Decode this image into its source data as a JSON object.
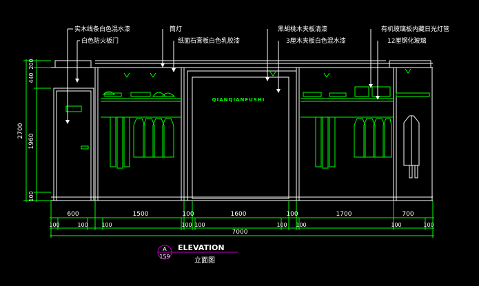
{
  "colors": {
    "background": "#000000",
    "line": "#ffffff",
    "detail": "#00ff00",
    "dimension": "#00ff00",
    "label": "#ffffff",
    "title_bubble": "#c000c0"
  },
  "annotations_left": [
    "实木线条白色混水漆",
    "白色防火板门",
    "筒灯",
    "纸面石膏板白色乳胶漆"
  ],
  "annotations_right": [
    "黑胡桃木夹板清漆",
    "3厘木夹板白色混水漆",
    "有机玻璃板内藏日光灯管",
    "12厘钢化玻璃"
  ],
  "sign_text": "QIANQIANFUSHI",
  "vertical_dims": {
    "total": "2700",
    "top": "200",
    "upper": "440",
    "middle": "1960",
    "bottom": "100"
  },
  "horizontal_dims_top": [
    "600",
    "1500",
    "100",
    "1600",
    "100",
    "1700",
    "700"
  ],
  "horizontal_dims_mid": [
    "100",
    "100",
    "100",
    "100",
    "100",
    "100",
    "100",
    "100",
    "100"
  ],
  "horizontal_total": "7000",
  "title": {
    "letter": "A",
    "number": "159",
    "heading": "ELEVATION",
    "subheading": "立面图"
  }
}
